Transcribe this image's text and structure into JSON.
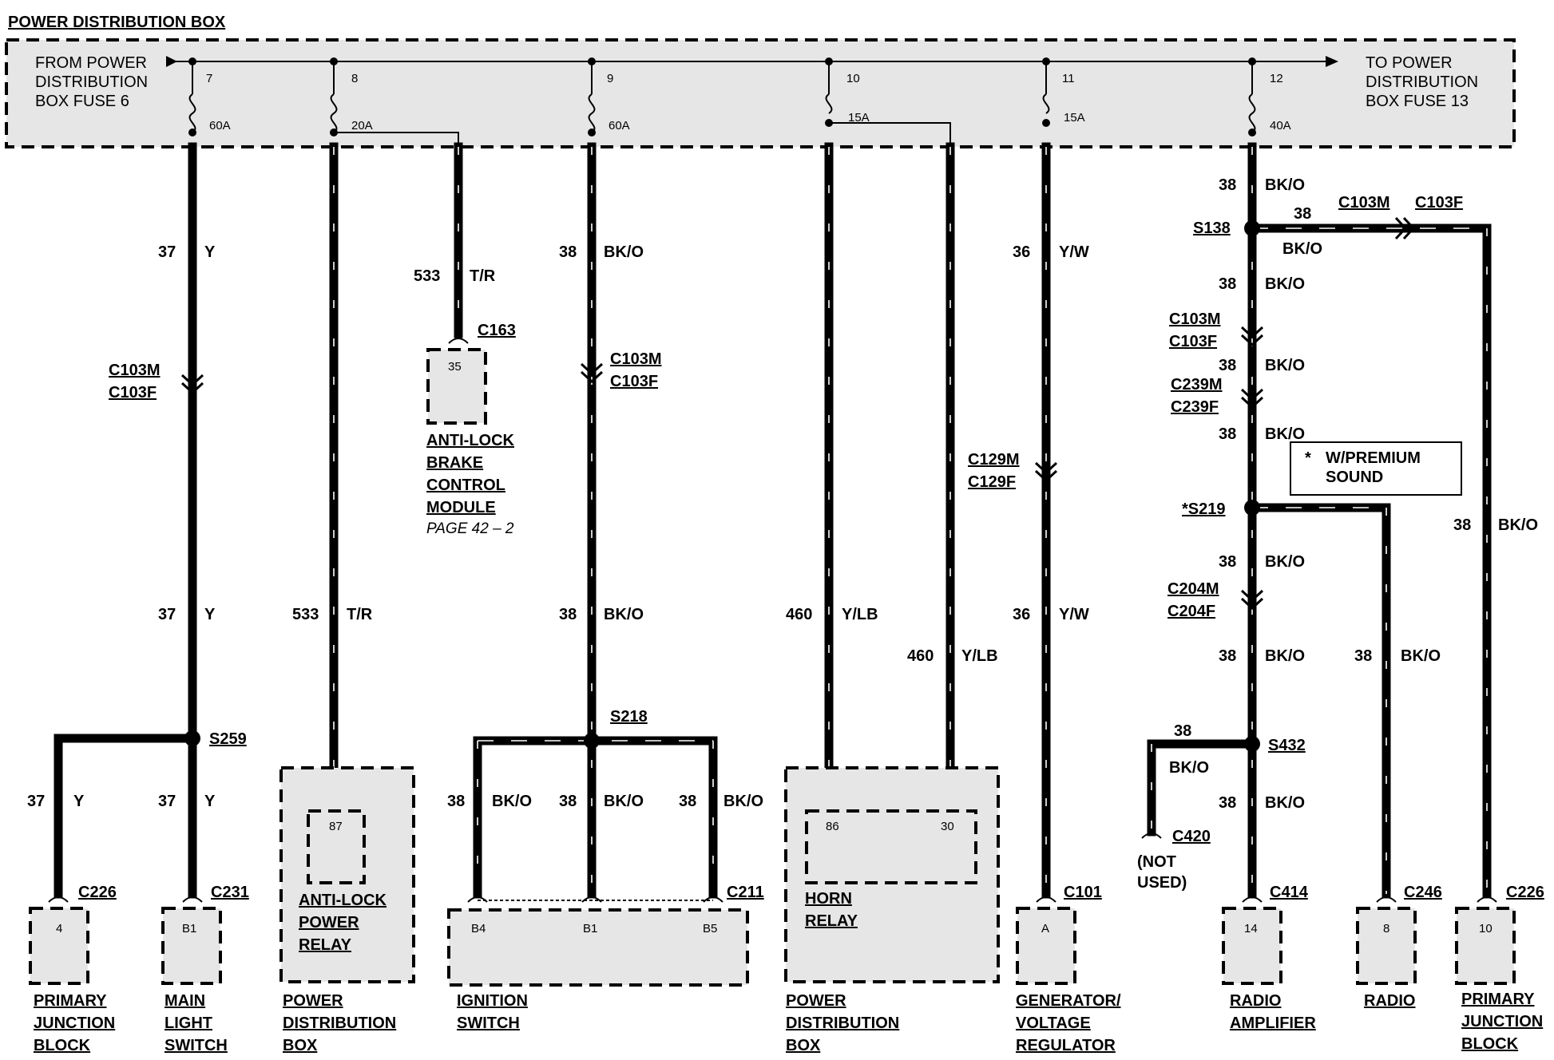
{
  "title": "POWER DISTRIBUTION BOX",
  "feed_in": [
    "FROM POWER",
    "DISTRIBUTION",
    "BOX FUSE 6"
  ],
  "feed_out": [
    "TO POWER",
    "DISTRIBUTION",
    "BOX FUSE 13"
  ],
  "fuses": [
    {
      "num": "7",
      "amp": "60A"
    },
    {
      "num": "8",
      "amp": "20A"
    },
    {
      "num": "9",
      "amp": "60A"
    },
    {
      "num": "10",
      "amp": "15A"
    },
    {
      "num": "11",
      "amp": "15A"
    },
    {
      "num": "12",
      "amp": "40A"
    }
  ],
  "circuits": {
    "c37": "37",
    "y": "Y",
    "c533": "533",
    "tr": "T/R",
    "c38": "38",
    "bko": "BK/O",
    "c460": "460",
    "ylb": "Y/LB",
    "c36": "36",
    "yw": "Y/W"
  },
  "connectors": {
    "c103m": "C103M",
    "c103f": "C103F",
    "c163": "C163",
    "c129m": "C129M",
    "c129f": "C129F",
    "c239m": "C239M",
    "c239f": "C239F",
    "c204m": "C204M",
    "c204f": "C204F",
    "c226": "C226",
    "c231": "C231",
    "c211": "C211",
    "c101": "C101",
    "c414": "C414",
    "c246": "C246",
    "c420": "C420"
  },
  "splices": {
    "s259": "S259",
    "s218": "S218",
    "s138": "S138",
    "s219": "*S219",
    "s432": "S432"
  },
  "pins": {
    "p35": "35",
    "p87": "87",
    "p86": "86",
    "p30": "30",
    "p4": "4",
    "pb1": "B1",
    "pb4": "B4",
    "pb5": "B5",
    "pa": "A",
    "p14": "14",
    "p8": "8",
    "p10": "10"
  },
  "notes": {
    "premium": [
      "*",
      "W/PREMIUM",
      "SOUND"
    ],
    "not_used": [
      "(NOT",
      "USED)"
    ],
    "page_ref": "PAGE 42 – 2"
  },
  "components": {
    "abs_module": [
      "ANTI-LOCK",
      "BRAKE",
      "CONTROL",
      "MODULE"
    ],
    "abs_relay": [
      "ANTI-LOCK",
      "POWER",
      "RELAY"
    ],
    "horn_relay": [
      "HORN",
      "RELAY"
    ],
    "primary_jb": [
      "PRIMARY",
      "JUNCTION",
      "BLOCK"
    ],
    "main_light": [
      "MAIN",
      "LIGHT",
      "SWITCH"
    ],
    "pdb": [
      "POWER",
      "DISTRIBUTION",
      "BOX"
    ],
    "ignition": [
      "IGNITION",
      "SWITCH"
    ],
    "generator": [
      "GENERATOR/",
      "VOLTAGE",
      "REGULATOR"
    ],
    "radio_amp": [
      "RADIO",
      "AMPLIFIER"
    ],
    "radio": [
      "RADIO"
    ]
  }
}
